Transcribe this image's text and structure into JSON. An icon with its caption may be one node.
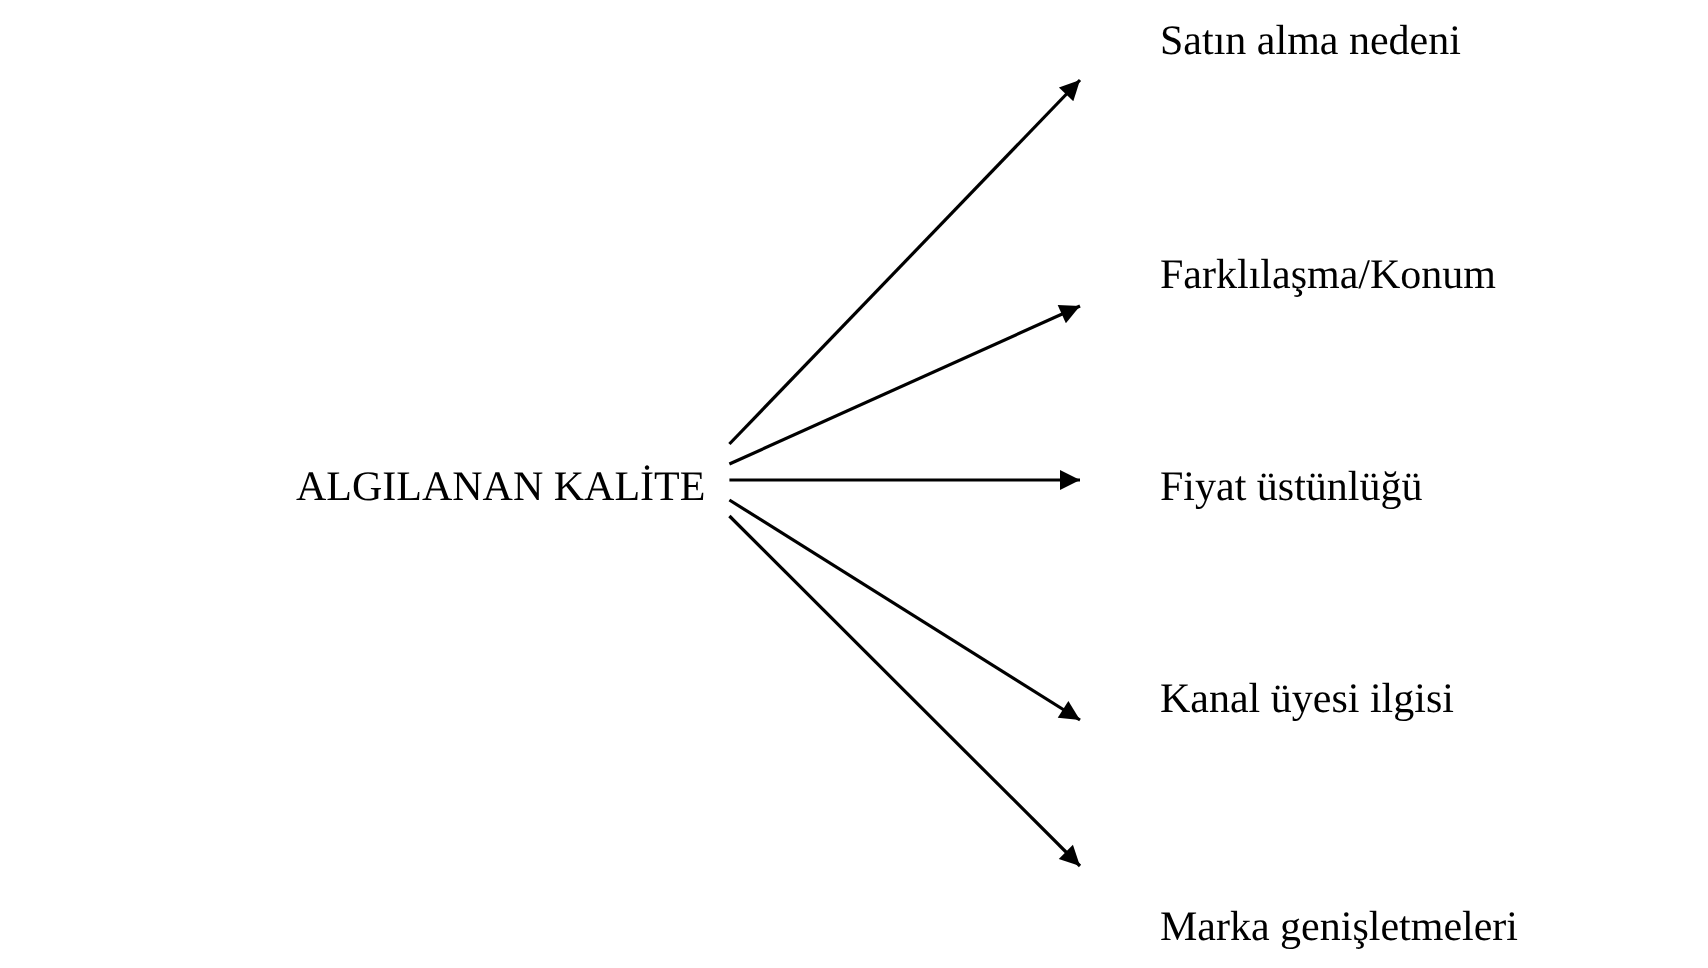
{
  "diagram": {
    "nodes": [
      {
        "text": [
          "ALGILANAN KALİTE"
        ]
      },
      {
        "text": [
          "Satın alma nedeni"
        ]
      },
      {
        "text": [
          "Farklılaşma/Konum"
        ]
      },
      {
        "text": [
          "Fiyat üstünlüğü"
        ]
      },
      {
        "text": [
          "Kanal üyesi ilgisi"
        ]
      },
      {
        "text": [
          "Marka genişletmeleri"
        ]
      }
    ],
    "edges": [
      {
        "from": 0,
        "to": 1,
        "arrow": "to"
      },
      {
        "from": 0,
        "to": 2,
        "arrow": "to"
      },
      {
        "from": 0,
        "to": 3,
        "arrow": "to"
      },
      {
        "from": 0,
        "to": 4,
        "arrow": "to"
      },
      {
        "from": 0,
        "to": 5,
        "arrow": "to"
      }
    ]
  }
}
